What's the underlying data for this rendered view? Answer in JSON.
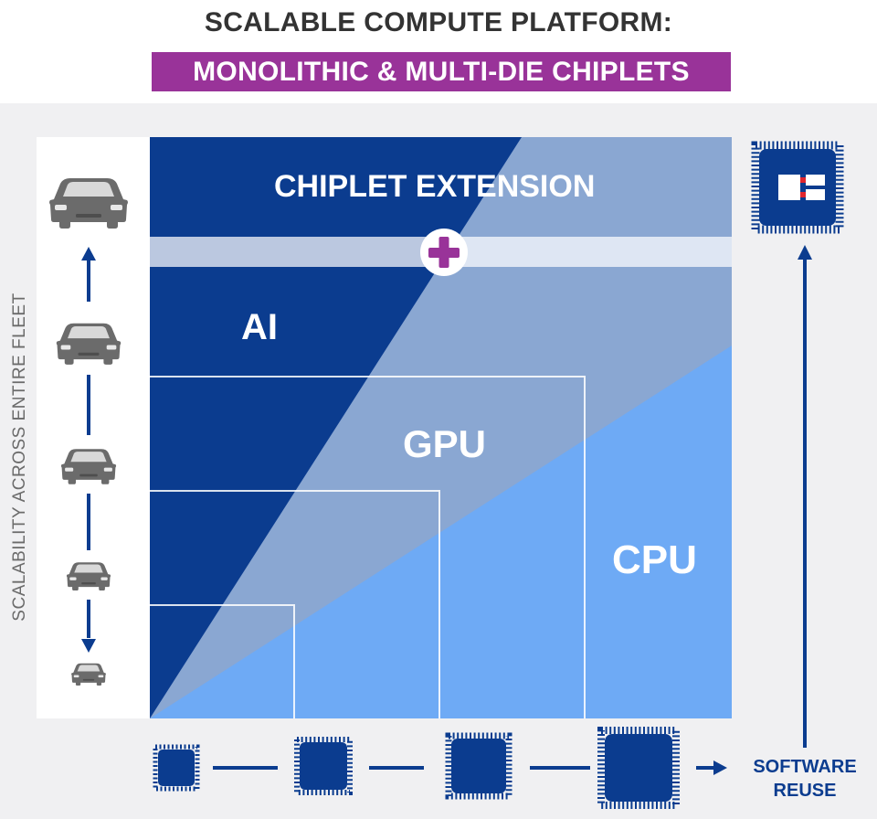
{
  "title": "SCALABLE COMPUTE PLATFORM:",
  "subtitle": "MONOLITHIC & MULTI-DIE CHIPLETS",
  "y_axis_label": "SCALABILITY ACROSS ENTIRE FLEET",
  "regions": {
    "chiplet_extension": "CHIPLET EXTENSION",
    "ai": "AI",
    "gpu": "GPU",
    "cpu": "CPU"
  },
  "software_reuse": {
    "line1": "SOFTWARE",
    "line2": "REUSE"
  },
  "icons": [
    "car-icon",
    "chip-icon",
    "chiplet-chip-icon",
    "plus-icon",
    "arrow-icon"
  ],
  "colors": {
    "title": "#333333",
    "subtitle_bg": "#993399",
    "ai_dark_blue": "#0b3c8f",
    "gpu_grey_blue": "#8aa7d2",
    "cpu_light_blue": "#6eaaf5",
    "car_grey": "#6b6b6b",
    "chip_blue": "#0b3c8f",
    "plus_purple": "#993399",
    "chiplet_red": "#e0262e"
  }
}
